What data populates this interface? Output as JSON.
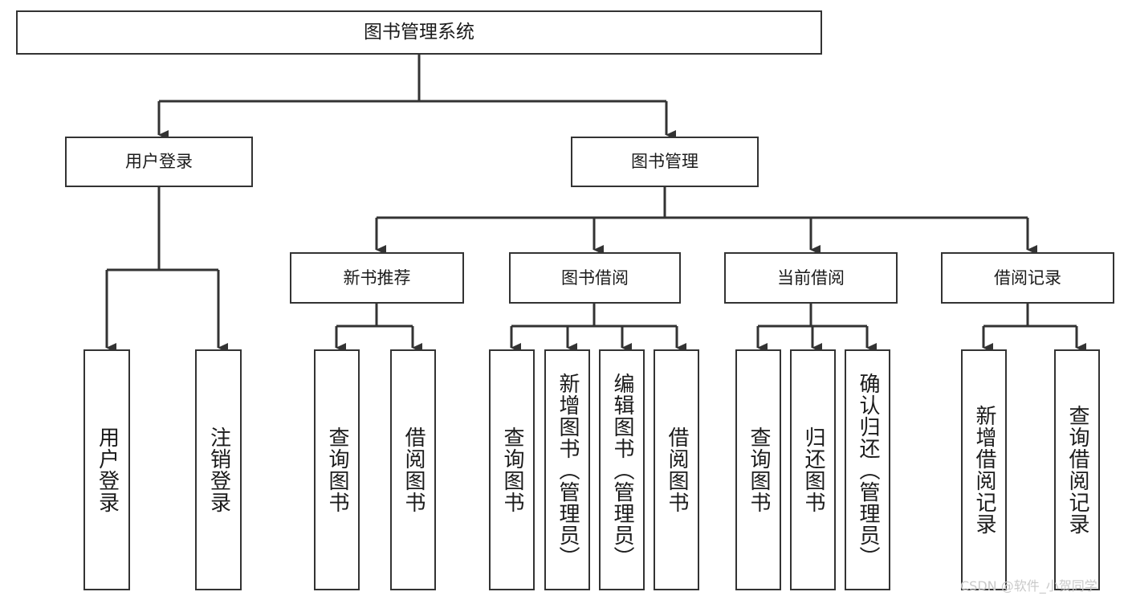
{
  "diagram": {
    "title": "图书管理系统",
    "type": "tree",
    "watermark": "CSDN @软件_小贺同学",
    "colors": {
      "box_border": "#333333",
      "box_fill": "#ffffff",
      "connector": "#333333",
      "text": "#1b1b1b",
      "watermark": "#c9c9c9"
    },
    "nodes": {
      "root": {
        "label": "图书管理系统"
      },
      "level2": [
        {
          "id": "user-login",
          "label": "用户登录"
        },
        {
          "id": "book-manage",
          "label": "图书管理"
        }
      ],
      "level3": [
        {
          "id": "new-book-recommend",
          "label": "新书推荐"
        },
        {
          "id": "book-borrow",
          "label": "图书借阅"
        },
        {
          "id": "current-borrow",
          "label": "当前借阅"
        },
        {
          "id": "borrow-record",
          "label": "借阅记录"
        }
      ],
      "leaves": [
        {
          "id": "leaf-user-login",
          "label": "用户登录",
          "parent": "user-login"
        },
        {
          "id": "leaf-logout-login",
          "label": "注销登录",
          "parent": "user-login"
        },
        {
          "id": "leaf-query-book-1",
          "label": "查询图书",
          "parent": "new-book-recommend"
        },
        {
          "id": "leaf-borrow-book-1",
          "label": "借阅图书",
          "parent": "new-book-recommend"
        },
        {
          "id": "leaf-query-book-2",
          "label": "查询图书",
          "parent": "book-borrow"
        },
        {
          "id": "leaf-add-book",
          "label": "新增图书（管理员）",
          "parent": "book-borrow"
        },
        {
          "id": "leaf-edit-book",
          "label": "编辑图书（管理员）",
          "parent": "book-borrow"
        },
        {
          "id": "leaf-borrow-book-2",
          "label": "借阅图书",
          "parent": "book-borrow"
        },
        {
          "id": "leaf-query-book-3",
          "label": "查询图书",
          "parent": "current-borrow"
        },
        {
          "id": "leaf-return-book",
          "label": "归还图书",
          "parent": "current-borrow"
        },
        {
          "id": "leaf-confirm-return",
          "label": "确认归还（管理员）",
          "parent": "current-borrow"
        },
        {
          "id": "leaf-add-record",
          "label": "新增借阅记录",
          "parent": "borrow-record"
        },
        {
          "id": "leaf-query-record",
          "label": "查询借阅记录",
          "parent": "borrow-record"
        }
      ]
    }
  }
}
